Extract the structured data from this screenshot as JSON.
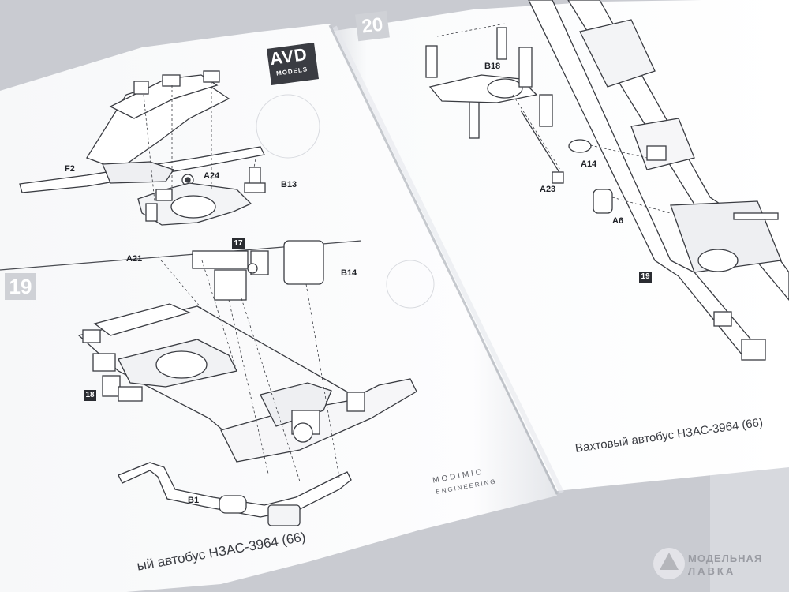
{
  "brand": {
    "logo_text": "AVD",
    "logo_subtext": "MODELS",
    "modimio_line1": "MODIMIO",
    "modimio_line2": "ENGINEERING",
    "watermark_line1": "МОДЕЛЬНАЯ",
    "watermark_line2": "ЛАВКА"
  },
  "left_page": {
    "step_number": "19",
    "ref_steps": [
      "17",
      "18"
    ],
    "part_labels": [
      "F2",
      "A24",
      "B13",
      "A21",
      "B14",
      "B1"
    ],
    "caption": "ый автобус НЗАС-3964 (66)"
  },
  "right_page": {
    "step_number": "20",
    "ref_steps": [
      "19"
    ],
    "part_labels": [
      "B18",
      "A14",
      "A23",
      "A6"
    ],
    "caption": "Вахтовый автобус НЗАС-3964 (66)"
  },
  "colors": {
    "background": "#c9cbd1",
    "paper": "#fbfbfc",
    "line_art": "#3a3c42",
    "step_badge": "#cfd1d6"
  }
}
